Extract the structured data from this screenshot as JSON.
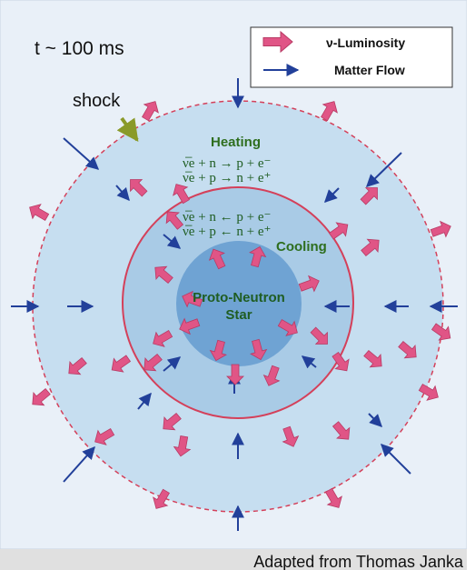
{
  "time_label": "t ~ 100 ms",
  "shock_label": "shock",
  "legend": {
    "luminosity": "ν-Luminosity",
    "matter_flow": "Matter Flow"
  },
  "regions": {
    "heating": "Heating",
    "cooling": "Cooling",
    "core_line1": "Proto-Neutron",
    "core_line2": "Star"
  },
  "equations": {
    "heating_1": "ν̅e + n → p + e⁻",
    "heating_2": "ν̅e + p → n + e⁺",
    "cooling_1": "ν̅e + n ← p + e⁻",
    "cooling_2": "ν̅e + p ← n + e⁺"
  },
  "credit": "Adapted from Thomas Janka",
  "colors": {
    "background": "#e9f0f8",
    "heating_region": "#c6def0",
    "cooling_region": "#a9cbe6",
    "core": "#6fa3d3",
    "boundary": "#d4405a",
    "luminosity_arrow": "#e05586",
    "matter_arrow": "#22409a",
    "shock_pointer": "#8a9a2a",
    "label_green": "#2e6e1e",
    "footer": "#e0e0e0"
  },
  "icons": {
    "luminosity": "luminosity-arrow-icon",
    "matter_flow": "matter-flow-arrow-icon",
    "shock_pointer": "shock-pointer-arrow-icon"
  }
}
